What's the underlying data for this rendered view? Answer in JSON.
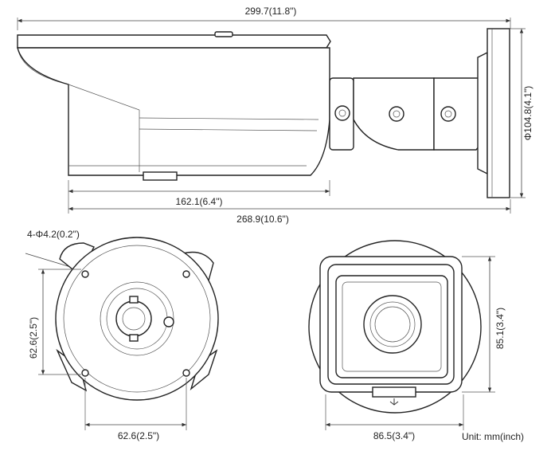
{
  "dimensions": {
    "overall_length": "299.7(11.8\")",
    "mount_diameter": "Φ104.8(4.1\")",
    "body_length": "162.1(6.4\")",
    "housing_length": "268.9(10.6\")",
    "hole_spec": "4-Φ4.2(0.2\")",
    "hole_spacing_vertical": "62.6(2.5\")",
    "hole_spacing_horizontal": "62.6(2.5\")",
    "front_height": "85.1(3.4\")",
    "front_width": "86.5(3.4\")"
  },
  "unit_note": "Unit: mm(inch)"
}
